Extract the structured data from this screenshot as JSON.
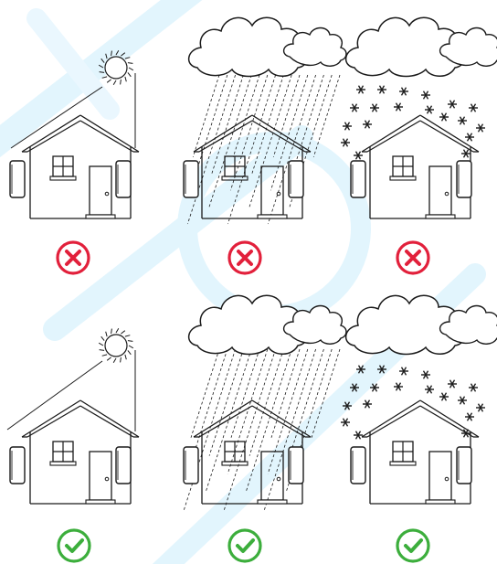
{
  "colors": {
    "line": "#1a1a1a",
    "bad": "#e2203b",
    "good": "#3cae3c",
    "watermark": "#dff4fd",
    "background": "#ffffff"
  },
  "panels": [
    {
      "weather": "sun",
      "status": "not-allowed",
      "icon": "x-mark-icon",
      "mounting": "wall-mounted"
    },
    {
      "weather": "rain",
      "status": "not-allowed",
      "icon": "x-mark-icon",
      "mounting": "wall-mounted"
    },
    {
      "weather": "snow",
      "status": "not-allowed",
      "icon": "x-mark-icon",
      "mounting": "wall-mounted"
    },
    {
      "weather": "sun",
      "status": "allowed",
      "icon": "check-mark-icon",
      "mounting": "sheltered-under-eaves"
    },
    {
      "weather": "rain",
      "status": "allowed",
      "icon": "check-mark-icon",
      "mounting": "sheltered-under-eaves"
    },
    {
      "weather": "snow",
      "status": "allowed",
      "icon": "check-mark-icon",
      "mounting": "sheltered-under-eaves"
    }
  ]
}
